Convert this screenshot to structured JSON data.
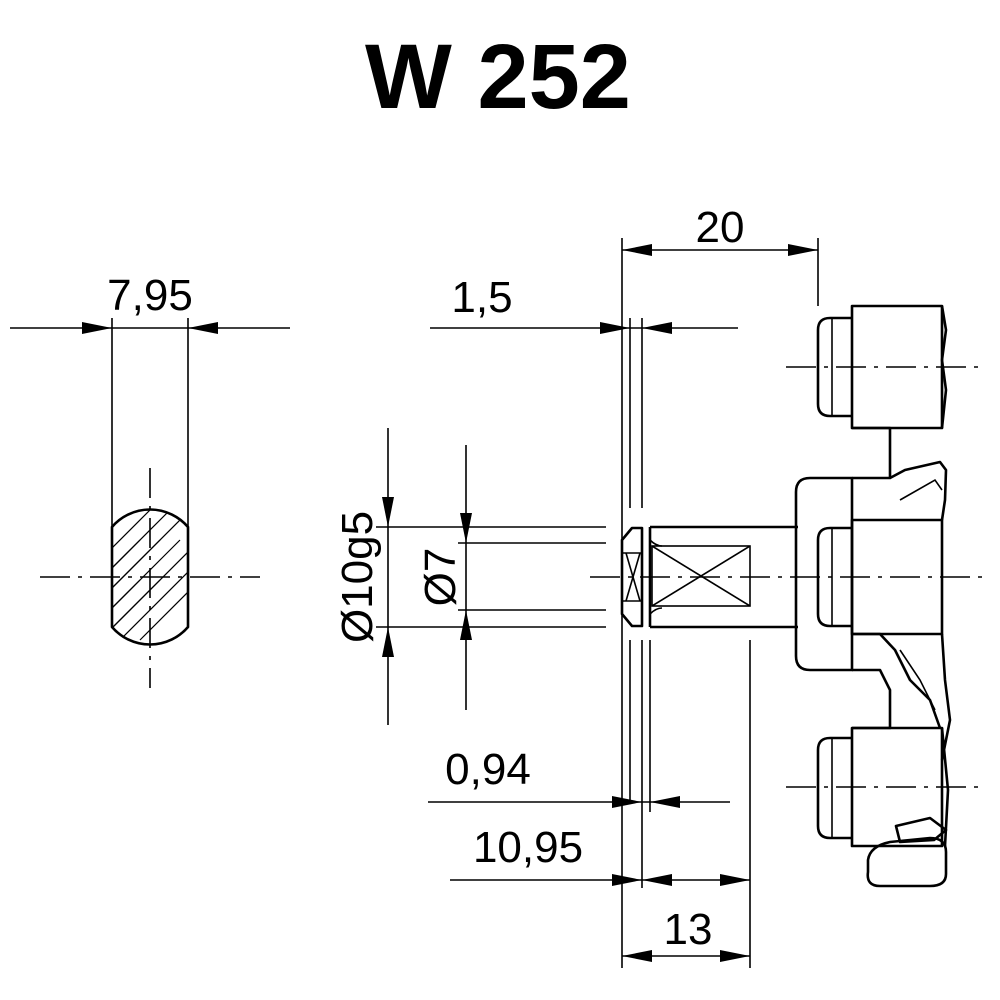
{
  "title": "W 252",
  "dimensions": {
    "flat_width": "7,95",
    "collar_thickness": "1,5",
    "overall_length": "20",
    "shaft_diameter": "Ø10g5",
    "inner_diameter": "Ø7",
    "groove_width": "0,94",
    "shaft_length": "10,95",
    "key_length": "13"
  },
  "colors": {
    "line": "#000000",
    "background": "#ffffff"
  }
}
